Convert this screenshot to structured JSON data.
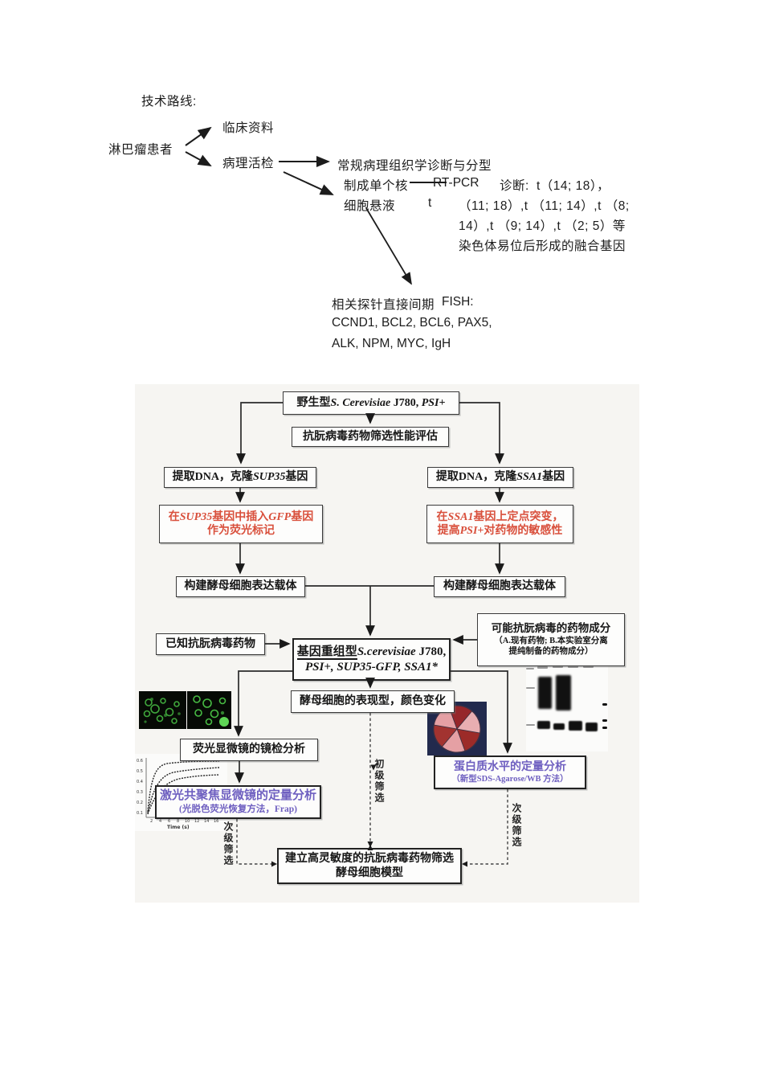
{
  "top_chart": {
    "title": "技术路线:",
    "patient": "淋巴瘤患者",
    "clinical": "临床资料",
    "biopsy": "病理活检",
    "routine_path": "常规病理组织学诊断与分型",
    "mono_line1": "制成单个核",
    "mono_line2": "细胞悬液",
    "rtpcr": "RT-PCR",
    "diag": "诊断:",
    "t_first": "t（14; 18），",
    "t_solo": "t",
    "t_line2": "（11; 18）,t （11; 14）,t （8;",
    "t_line3": "14）,t （9; 14）,t （2; 5）等",
    "fusion": "染色体易位后形成的融合基因",
    "fish_prefix": "相关探针直接间期",
    "fish": "FISH:",
    "genes_line1": "CCND1,  BCL2,  BCL6,  PAX5,",
    "genes_line2": "ALK,  NPM,  MYC,  IgH"
  },
  "figure": {
    "wild": {
      "cn": "野生型",
      "sp": "S. Cerevisiae",
      "strain": " J780, ",
      "psi": "PSI+"
    },
    "eval": "抗朊病毒药物筛选性能评估",
    "clone_sup35": {
      "pre": "提取DNA，克隆",
      "gene": "SUP35",
      "post": "基因"
    },
    "clone_ssa1": {
      "pre": "提取DNA，克隆",
      "gene": "SSA1",
      "post": "基因"
    },
    "gfp": {
      "l1a": "在",
      "l1gene": "SUP35",
      "l1b": "基因中插入",
      "l1gene2": "GFP",
      "l1c": "基因",
      "l2": "作为荧光标记"
    },
    "mut": {
      "l1a": "在",
      "l1gene": "SSA1",
      "l1b": "基因上定点突变，",
      "l2a": "提高",
      "l2gene": "PSI+",
      "l2b": "对药物的敏感性"
    },
    "vector_left": "构建酵母细胞表达载体",
    "vector_right": "构建酵母细胞表达载体",
    "known_drugs": "已知抗朊病毒药物",
    "recomb": {
      "l1a": "基因重组型",
      "l1b": "S.cerevisiae",
      "l1c": " J780,",
      "l2": "PSI+, SUP35-GFP, SSA1*"
    },
    "possible": {
      "l1": "可能抗朊病毒的药物成分",
      "l2": "（A.现有药物; B.本实验室分离",
      "l3": "提纯制备的药物成分）"
    },
    "phenotype": "酵母细胞的表现型，颜色变化",
    "fluor": "荧光显微镜的镜检分析",
    "laser": {
      "l1": "激光共聚焦显微镜的定量分析",
      "l2": "(光脱色荧光恢复方法，Frap)"
    },
    "protein": {
      "l1": "蛋白质水平的定量分析",
      "l2": "（新型SDS-Agarose/WB 方法）"
    },
    "final": {
      "l1": "建立高灵敏度的抗朊病毒药物筛选",
      "l2": "酵母细胞模型"
    },
    "labels": {
      "primary": "初级筛选",
      "secondary_left": "次级筛选",
      "secondary_right": "次级筛选"
    },
    "frap": {
      "xlabel": "Time (s)",
      "yticks": [
        "0.6",
        "0.5",
        "0.4",
        "0.3",
        "0.2",
        "0.1"
      ],
      "xticks": [
        "2",
        "4",
        "6",
        "8",
        "10",
        "12",
        "14",
        "16"
      ]
    },
    "colors": {
      "red_text": "#d9503c",
      "purple_text": "#6e5fc0"
    }
  }
}
